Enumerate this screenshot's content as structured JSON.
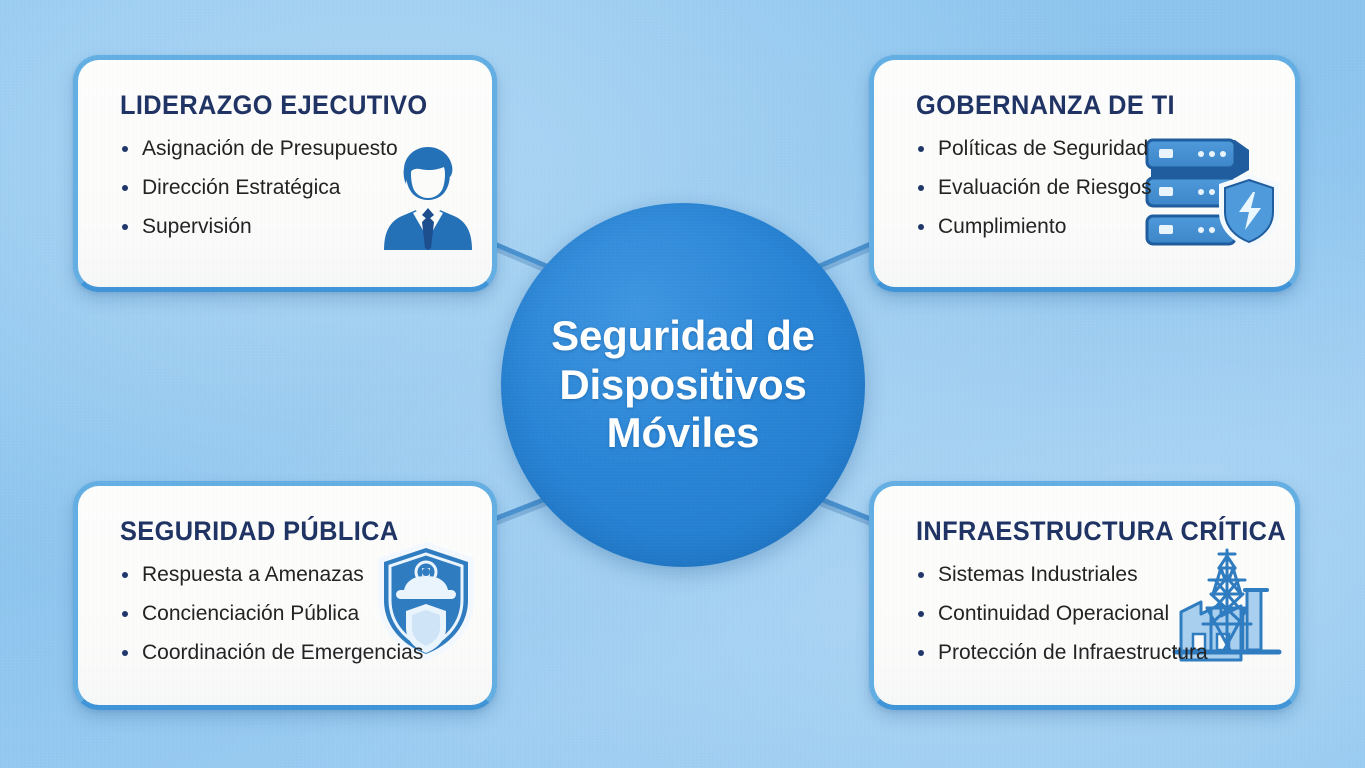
{
  "colors": {
    "background": "#8cc4ee",
    "hub_fill": "#2a85d6",
    "card_fill": "#fbfbfa",
    "card_border": "#63aee3",
    "title_navy": "#1f3364",
    "body_text": "#232323",
    "icon_blue": "#2471b8",
    "connector": "#4a92cf"
  },
  "hub": {
    "label": "Seguridad de\nDispositivos\nMóviles"
  },
  "cards": [
    {
      "id": "executive-leadership",
      "title": "LIDERAZGO EJECUTIVO",
      "icon": "businessman-icon",
      "items": [
        "Asignación de Presupuesto",
        "Dirección Estratégica",
        "Supervisión"
      ]
    },
    {
      "id": "it-governance",
      "title": "GOBERNANZA DE TI",
      "icon": "server-shield-icon",
      "items": [
        "Políticas de Seguridad",
        "Evaluación de Riesgos",
        "Cumplimiento"
      ]
    },
    {
      "id": "public-safety",
      "title": "SEGURIDAD PÚBLICA",
      "icon": "police-shield-icon",
      "items": [
        "Respuesta a Amenazas",
        "Concienciación Pública",
        "Coordinación de Emergencias"
      ]
    },
    {
      "id": "critical-infrastructure",
      "title": "INFRAESTRUCTURA CRÍTICA",
      "icon": "power-tower-factory-icon",
      "items": [
        "Sistemas Industriales",
        "Continuidad Operacional",
        "Protección de Infraestructura"
      ]
    }
  ]
}
